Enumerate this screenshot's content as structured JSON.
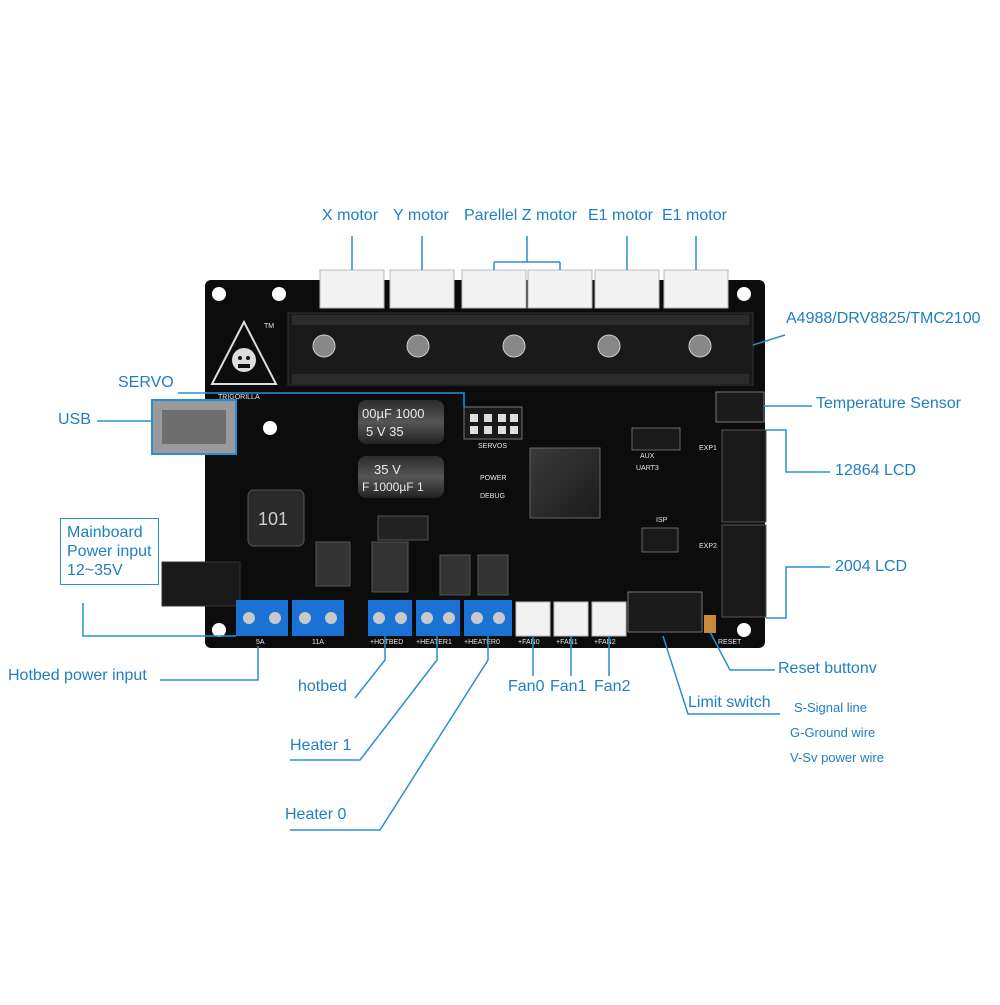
{
  "labels": {
    "x_motor": "X motor",
    "y_motor": "Y motor",
    "parallel_z_motor": "Parellel Z motor",
    "e1_motor_a": "E1 motor",
    "e1_motor_b": "E1 motor",
    "driver_models": "A4988/DRV8825/TMC2100",
    "servo": "SERVO",
    "usb": "USB",
    "temperature_sensor": "Temperature Sensor",
    "lcd_12864": "12864  LCD",
    "lcd_2004": "2004 LCD",
    "mainboard_power": [
      "Mainboard",
      "Power input",
      "12~35V"
    ],
    "hotbed_power_input": "Hotbed power input",
    "hotbed": "hotbed",
    "heater1": "Heater 1",
    "heater0": "Heater 0",
    "fan0": "Fan0",
    "fan1": "Fan1",
    "fan2": "Fan2",
    "limit_switch": "Limit switch",
    "reset_button": "Reset buttonv"
  },
  "legend": {
    "signal": "S-Signal line",
    "ground": "G-Ground wire",
    "power": "V-Sv power wire"
  },
  "board": {
    "brand": "TRIGORILLA",
    "tm": "TM",
    "silk": {
      "servos": "SERVOS",
      "debug": "DEBUG",
      "power": "POWER",
      "aux": "AUX",
      "uart": "UART3",
      "isp": "ISP",
      "exp1": "EXP1",
      "exp2": "EXP2",
      "reset": "RESET",
      "hotbed": "+HOTBED",
      "heater1": "+HEATER1",
      "heater0": "+HEATER0",
      "fan0": "+FAN0",
      "fan1": "+FAN1",
      "fan2": "+FAN2",
      "fuse5": "5A",
      "fuse11": "11A",
      "cap_top": "00µF 1000",
      "cap_top2": "5  V  35",
      "cap_bot": "35  V",
      "cap_bot2": "F 1000µF 1",
      "inductor": "101"
    }
  },
  "colors": {
    "accent": "#1f7fc0",
    "pcb": "#111111",
    "terminal": "#1a73d4",
    "connector": "#f2f2f2"
  }
}
